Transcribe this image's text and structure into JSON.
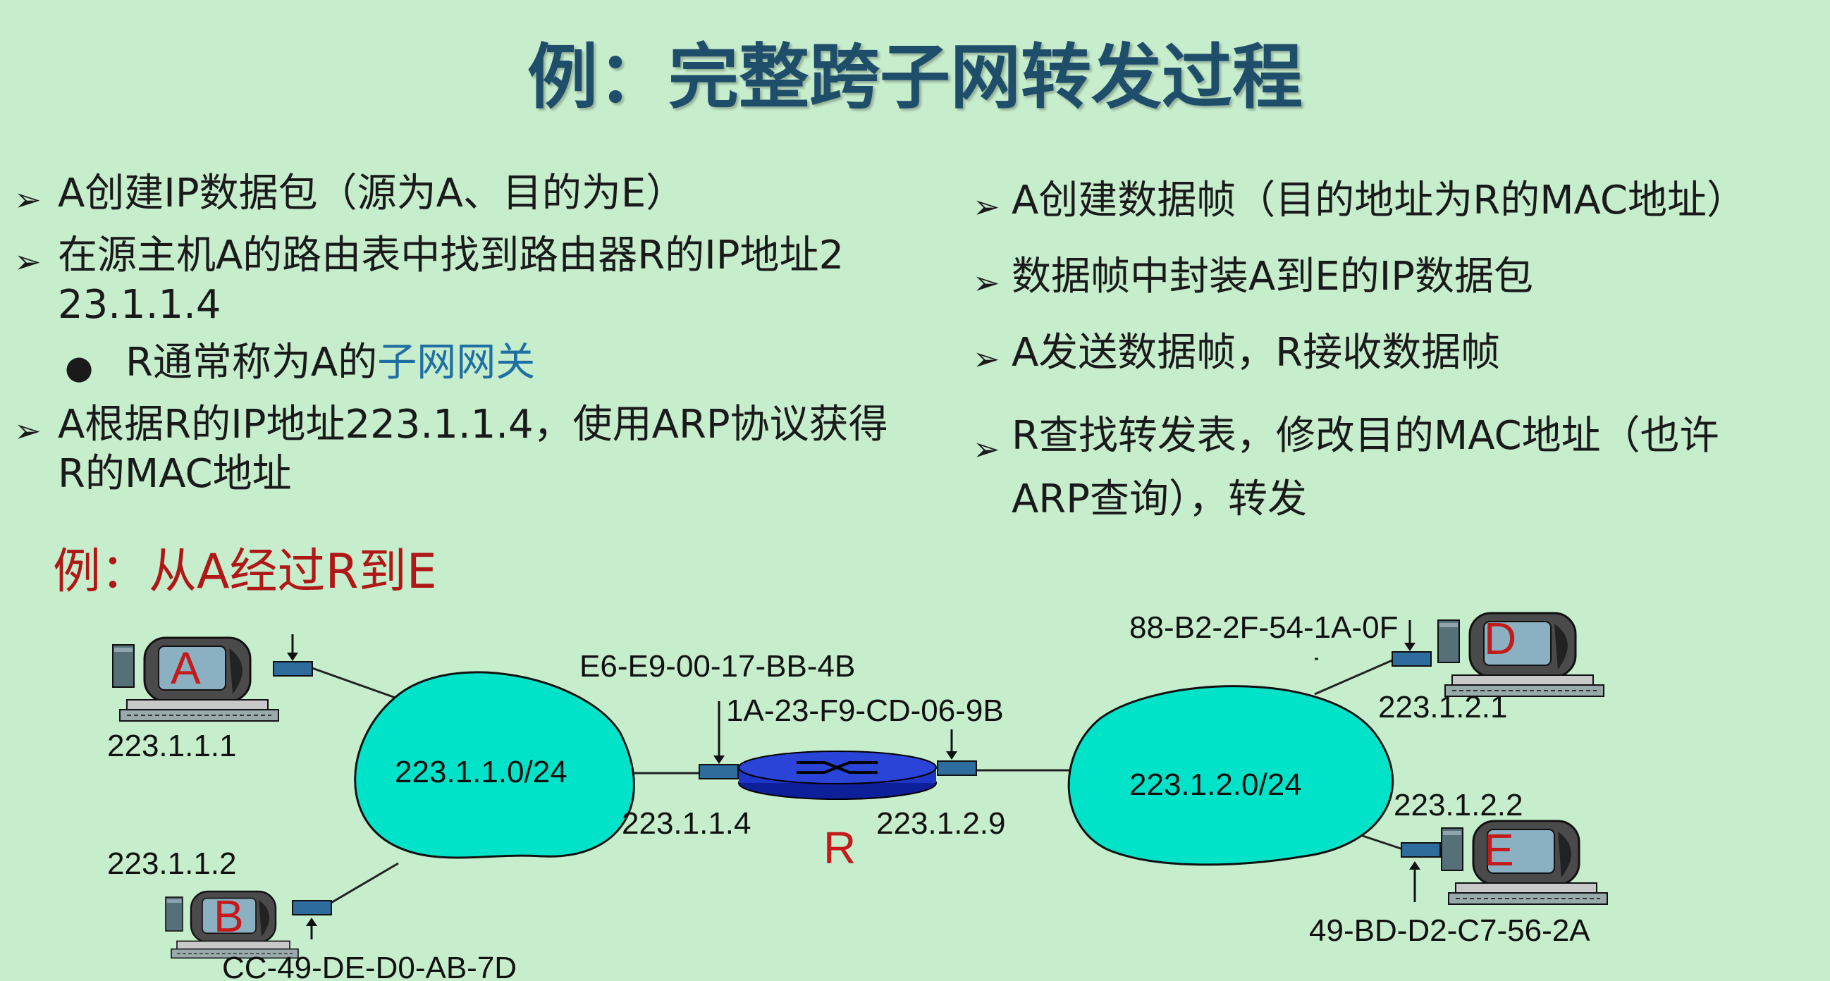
{
  "title": "例：完整跨子网转发过程",
  "left_bullets": [
    {
      "text": "A创建IP数据包（源为A、目的为E）"
    },
    {
      "text": "在源主机A的路由表中找到路由器R的IP地址223.1.1.4"
    },
    {
      "sub_prefix": "R通常称为A的",
      "sub_highlight": "子网网关"
    },
    {
      "text": "A根据R的IP地址223.1.1.4，使用ARP协议获得R的MAC地址"
    }
  ],
  "right_bullets": [
    "A创建数据帧（目的地址为R的MAC地址）",
    "数据帧中封装A到E的IP数据包",
    "A发送数据帧，R接收数据帧",
    "R查找转发表，修改目的MAC地址（也许ARP查询），转发"
  ],
  "bullet_arrow": "➢",
  "sub_bullet": "●",
  "example_heading": "例：从A经过R到E",
  "diagram": {
    "hosts": {
      "A": {
        "label": "A",
        "ip": "223.1.1.1"
      },
      "B": {
        "label": "B",
        "ip": "223.1.1.2",
        "mac": "CC-49-DE-D0-AB-7D"
      },
      "D": {
        "label": "D",
        "ip": "223.1.2.1",
        "mac": "88-B2-2F-54-1A-0F"
      },
      "E": {
        "label": "E",
        "ip": "223.1.2.2",
        "mac": "49-BD-D2-C7-56-2A"
      }
    },
    "subnets": [
      "223.1.1.0/24",
      "223.1.2.0/24"
    ],
    "router": {
      "label": "R",
      "left_ip": "223.1.1.4",
      "right_ip": "223.1.2.9",
      "left_mac": "E6-E9-00-17-BB-4B",
      "right_mac": "1A-23-F9-CD-06-9B"
    }
  },
  "colors": {
    "background": "#c6edcc",
    "title": "#1f4e6b",
    "cloud": "#00e3c8",
    "router": "#1f35c8",
    "host_label": "#c41a1a",
    "example_heading": "#b01818",
    "highlight": "#1f6fa3"
  }
}
